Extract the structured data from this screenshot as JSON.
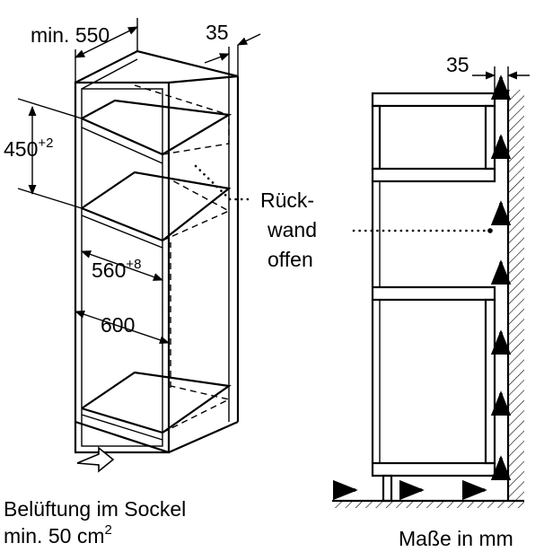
{
  "labels": {
    "min_width": "min. 550",
    "depth_top": "35",
    "height_main": "450",
    "height_tol": "+2",
    "rear_wall_line1": "Rück-",
    "rear_wall_line2": "wand",
    "rear_wall_line3": "offen",
    "width_main": "560",
    "width_tol": "+8",
    "depth_600": "600",
    "side_35": "35",
    "ventilation_line1": "Belüftung im Sockel",
    "ventilation_line2_prefix": "min. 50 cm",
    "ventilation_line2_exp": "2",
    "units": "Maße in mm"
  }
}
